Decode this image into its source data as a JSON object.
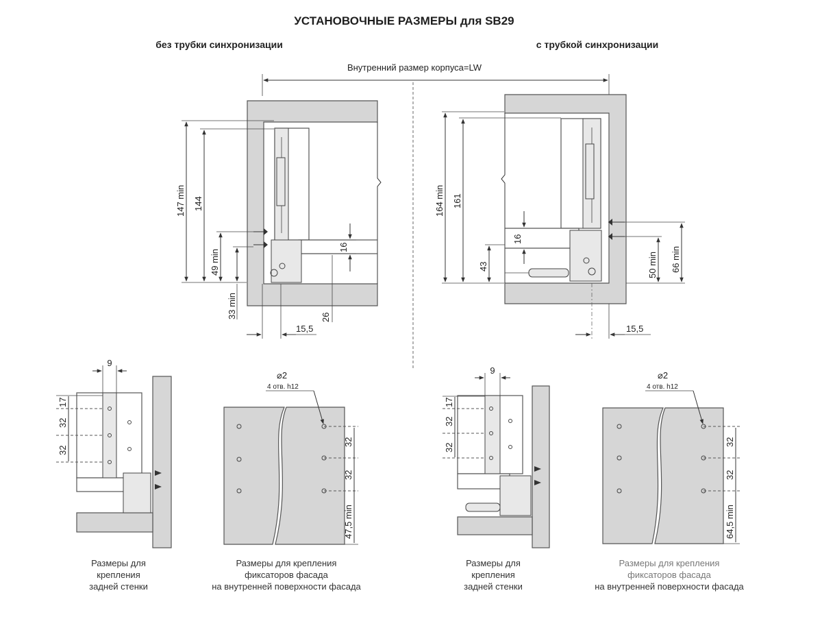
{
  "title": "УСТАНОВОЧНЫЕ РАЗМЕРЫ для SB29",
  "left_subtitle": "без трубки синхронизации",
  "right_subtitle": "с трубкой синхронизации",
  "lw_label": "Внутренний размер корпуса=LW",
  "left_top": {
    "d147": "147 min",
    "d144": "144",
    "d49": "49 min",
    "d33": "33 min",
    "d16": "16",
    "d26": "26",
    "d15": "15,5"
  },
  "right_top": {
    "d164": "164 min",
    "d161": "161",
    "d16": "16",
    "d43": "43",
    "d50": "50 min",
    "d66": "66 min",
    "d15": "15,5"
  },
  "left_back": {
    "d9": "9",
    "d17": "17",
    "d32a": "32",
    "d32b": "32",
    "caption": [
      "Размеры для",
      "крепления",
      "задней стенки"
    ]
  },
  "left_front": {
    "phi": "⌀2",
    "holes": "4 отв. h12",
    "d32a": "32",
    "d32b": "32",
    "d47": "47,5 min",
    "caption": [
      "Размеры для крепления",
      "фиксаторов фасада",
      "на внутренней поверхности фасада"
    ]
  },
  "right_back": {
    "d9": "9",
    "d17": "17",
    "d32a": "32",
    "d32b": "32",
    "caption": [
      "Размеры для",
      "крепления",
      "задней стенки"
    ]
  },
  "right_front": {
    "phi": "⌀2",
    "holes": "4 отв. h12",
    "d32a": "32",
    "d32b": "32",
    "d64": "64,5 min",
    "caption": [
      "Размеры для крепления",
      "фиксаторов фасада",
      "на внутренней поверхности фасада"
    ]
  },
  "colors": {
    "panel": "#d6d6d6",
    "line": "#333333"
  }
}
